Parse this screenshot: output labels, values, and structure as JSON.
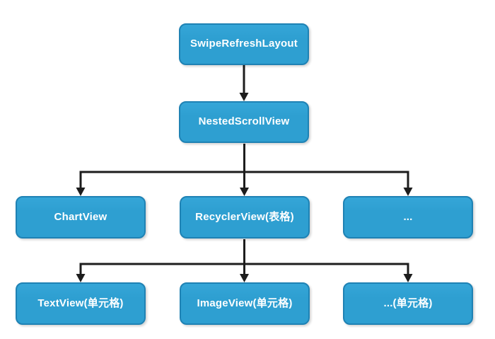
{
  "diagram": {
    "type": "flowchart-view-hierarchy",
    "nodes": [
      {
        "id": "swipe-refresh-layout",
        "label": "SwipeRefreshLayout",
        "row": 1
      },
      {
        "id": "nested-scroll-view",
        "label": "NestedScrollView",
        "row": 2
      },
      {
        "id": "chart-view",
        "label": "ChartView",
        "row": 3
      },
      {
        "id": "recycler-view",
        "label": "RecyclerView(表格)",
        "row": 3
      },
      {
        "id": "more-view",
        "label": "...",
        "row": 3
      },
      {
        "id": "text-view-cell",
        "label": "TextView(单元格)",
        "row": 4
      },
      {
        "id": "image-view-cell",
        "label": "ImageView(单元格)",
        "row": 4
      },
      {
        "id": "more-cell",
        "label": "...(单元格)",
        "row": 4
      }
    ],
    "edges": [
      {
        "from": "SwipeRefreshLayout",
        "to": "NestedScrollView"
      },
      {
        "from": "NestedScrollView",
        "to": "ChartView"
      },
      {
        "from": "NestedScrollView",
        "to": "RecyclerView(表格)"
      },
      {
        "from": "NestedScrollView",
        "to": "..."
      },
      {
        "from": "RecyclerView(表格)",
        "to": "TextView(单元格)"
      },
      {
        "from": "RecyclerView(表格)",
        "to": "ImageView(单元格)"
      },
      {
        "from": "RecyclerView(表格)",
        "to": "...(单元格)"
      }
    ]
  },
  "colors": {
    "background": "#ffffff",
    "node_fill": "#2e9fd1",
    "node_fill_top": "#35a6d8",
    "node_border": "#1f82b4",
    "node_text": "#ffffff",
    "arrow": "#1d1d1d"
  }
}
